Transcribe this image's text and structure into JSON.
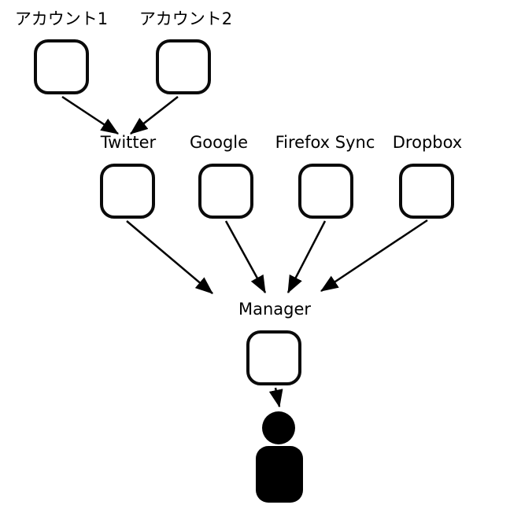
{
  "diagram": {
    "background_color": "#ffffff",
    "stroke_color": "#000000",
    "nodes": {
      "account1": {
        "label": "アカウント1",
        "shape": "rounded-square"
      },
      "account2": {
        "label": "アカウント2",
        "shape": "rounded-square"
      },
      "twitter": {
        "label": "Twitter",
        "shape": "rounded-square"
      },
      "google": {
        "label": "Google",
        "shape": "rounded-square"
      },
      "firefox_sync": {
        "label": "Firefox Sync",
        "shape": "rounded-square"
      },
      "dropbox": {
        "label": "Dropbox",
        "shape": "rounded-square"
      },
      "manager": {
        "label": "Manager",
        "shape": "rounded-square"
      },
      "user": {
        "label": "",
        "shape": "person-icon"
      }
    },
    "edges": [
      {
        "from": "account1",
        "to": "twitter"
      },
      {
        "from": "account2",
        "to": "twitter"
      },
      {
        "from": "twitter",
        "to": "manager"
      },
      {
        "from": "google",
        "to": "manager"
      },
      {
        "from": "firefox_sync",
        "to": "manager"
      },
      {
        "from": "dropbox",
        "to": "manager"
      },
      {
        "from": "manager",
        "to": "user"
      }
    ]
  }
}
